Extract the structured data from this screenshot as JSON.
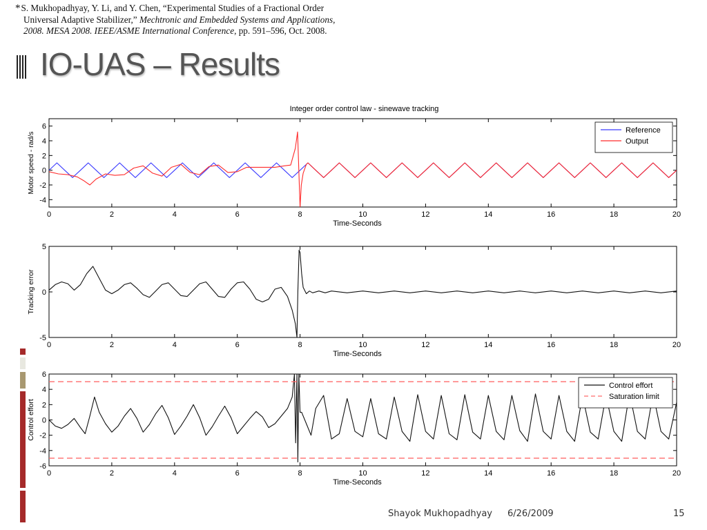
{
  "citation": {
    "marker": "*",
    "line1": "S. Mukhopadhyay, Y. Li, and Y. Chen, “Experimental Studies of a Fractional Order",
    "line2_plain": "Universal Adaptive Stabilizer,” ",
    "line2_italic": "Mechtronic and Embedded Systems and Applications,",
    "line3_italic": "2008. MESA 2008. IEEE/ASME International Conference",
    "line3_plain": ", pp. 591–596, Oct. 2008."
  },
  "slide": {
    "title": "IO-UAS – Results",
    "footer_author": "Shayok Mukhopadhyay",
    "footer_date": "6/26/2009",
    "page_number": "15"
  },
  "colors": {
    "reference": "#3a3aff",
    "output": "#ff2a2a",
    "black": "#111111",
    "saturation": "#ff6b6b",
    "sidebar": [
      "#a52a2a",
      "#e8e8e0",
      "#a89870",
      "#a52a2a",
      "#a52a2a"
    ]
  },
  "chart_data": [
    {
      "type": "line",
      "title": "Integer order control law - sinewave tracking",
      "xlabel": "Time-Seconds",
      "ylabel": "Motor speed - rad/s",
      "xlim": [
        0,
        20
      ],
      "ylim": [
        -5,
        7
      ],
      "xticks": [
        "0",
        "2",
        "4",
        "6",
        "8",
        "10",
        "12",
        "14",
        "16",
        "18",
        "20"
      ],
      "yticks": [
        "6",
        "4",
        "2",
        "0",
        "-2",
        "-4"
      ],
      "ytick_values": [
        6,
        4,
        2,
        0,
        -2,
        -4
      ],
      "legend_position": "top-right",
      "series": [
        {
          "name": "Reference",
          "color_key": "reference",
          "x": [
            0,
            0.25,
            0.5,
            0.75,
            1,
            1.25,
            1.5,
            1.75,
            2,
            2.25,
            2.5,
            2.75,
            3,
            3.25,
            3.5,
            3.75,
            4,
            4.25,
            4.5,
            4.75,
            5,
            5.25,
            5.5,
            5.75,
            6,
            6.25,
            6.5,
            6.75,
            7,
            7.25,
            7.5,
            7.75,
            8,
            8.25,
            8.5,
            8.75,
            9,
            9.25,
            9.5,
            9.75,
            10,
            10.25,
            10.5,
            10.75,
            11,
            11.25,
            11.5,
            11.75,
            12,
            12.25,
            12.5,
            12.75,
            13,
            13.25,
            13.5,
            13.75,
            14,
            14.25,
            14.5,
            14.75,
            15,
            15.25,
            15.5,
            15.75,
            16,
            16.25,
            16.5,
            16.75,
            17,
            17.25,
            17.5,
            17.75,
            18,
            18.25,
            18.5,
            18.75,
            19,
            19.25,
            19.5,
            19.75,
            20
          ],
          "y": [
            0,
            1,
            0,
            -1,
            0,
            1,
            0,
            -1,
            0,
            1,
            0,
            -1,
            0,
            1,
            0,
            -1,
            0,
            1,
            0,
            -1,
            0,
            1,
            0,
            -1,
            0,
            1,
            0,
            -1,
            0,
            1,
            0,
            -1,
            0,
            1,
            0,
            -1,
            0,
            1,
            0,
            -1,
            0,
            1,
            0,
            -1,
            0,
            1,
            0,
            -1,
            0,
            1,
            0,
            -1,
            0,
            1,
            0,
            -1,
            0,
            1,
            0,
            -1,
            0,
            1,
            0,
            -1,
            0,
            1,
            0,
            -1,
            0,
            1,
            0,
            -1,
            0,
            1,
            0,
            -1,
            0,
            1,
            0,
            -1,
            0
          ]
        },
        {
          "name": "Output",
          "color_key": "output",
          "x": [
            0,
            0.3,
            0.6,
            0.9,
            1.1,
            1.3,
            1.5,
            1.8,
            2.1,
            2.4,
            2.7,
            3.0,
            3.3,
            3.6,
            3.9,
            4.2,
            4.5,
            4.8,
            5.1,
            5.4,
            5.7,
            6.0,
            6.3,
            6.6,
            6.9,
            7.2,
            7.5,
            7.7,
            7.85,
            7.92,
            7.96,
            8.0,
            8.04,
            8.1,
            8.2,
            8.25,
            8.5,
            8.75,
            9,
            9.25,
            9.5,
            9.75,
            10,
            10.25,
            10.5,
            10.75,
            11,
            11.25,
            11.5,
            11.75,
            12,
            12.25,
            12.5,
            12.75,
            13,
            13.25,
            13.5,
            13.75,
            14,
            14.25,
            14.5,
            14.75,
            15,
            15.25,
            15.5,
            15.75,
            16,
            16.25,
            16.5,
            16.75,
            17,
            17.25,
            17.5,
            17.75,
            18,
            18.25,
            18.5,
            18.75,
            19,
            19.25,
            19.5,
            19.75,
            20
          ],
          "y": [
            -0.2,
            -0.5,
            -0.6,
            -0.9,
            -1.4,
            -2.0,
            -1.2,
            -0.5,
            -0.7,
            -0.6,
            0.3,
            0.6,
            -0.4,
            -0.8,
            0.4,
            0.8,
            -0.3,
            -0.6,
            0.5,
            0.7,
            -0.3,
            -0.2,
            0.4,
            0.4,
            0.4,
            0.4,
            0.6,
            0.7,
            3.0,
            5.2,
            0,
            -5,
            -2.0,
            -0.4,
            0.8,
            1.0,
            0,
            -1,
            0,
            1,
            0,
            -1,
            0,
            1,
            0,
            -1,
            0,
            1,
            0,
            -1,
            0,
            1,
            0,
            -1,
            0,
            1,
            0,
            -1,
            0,
            1,
            0,
            -1,
            0,
            1,
            0,
            -1,
            0,
            1,
            0,
            -1,
            0,
            1,
            0,
            -1,
            0,
            1,
            0,
            -1,
            0,
            1,
            0,
            -1,
            0
          ]
        }
      ]
    },
    {
      "type": "line",
      "title": "",
      "xlabel": "Time-Seconds",
      "ylabel": "Tracking error",
      "xlim": [
        0,
        20
      ],
      "ylim": [
        -5,
        5
      ],
      "xticks": [
        "0",
        "2",
        "4",
        "6",
        "8",
        "10",
        "12",
        "14",
        "16",
        "18",
        "20"
      ],
      "yticks": [
        "5",
        "0",
        "-5"
      ],
      "ytick_values": [
        5,
        0,
        -5
      ],
      "series": [
        {
          "name": "",
          "color_key": "black",
          "x": [
            0,
            0.2,
            0.4,
            0.6,
            0.8,
            1.0,
            1.2,
            1.4,
            1.6,
            1.8,
            2.0,
            2.2,
            2.4,
            2.6,
            2.8,
            3.0,
            3.2,
            3.4,
            3.6,
            3.8,
            4.0,
            4.2,
            4.4,
            4.6,
            4.8,
            5.0,
            5.2,
            5.4,
            5.6,
            5.8,
            6.0,
            6.2,
            6.4,
            6.6,
            6.8,
            7.0,
            7.2,
            7.4,
            7.6,
            7.75,
            7.85,
            7.9,
            7.93,
            7.97,
            8.0,
            8.05,
            8.1,
            8.2,
            8.3,
            8.4,
            8.6,
            8.8,
            9,
            9.5,
            10,
            10.5,
            11,
            11.5,
            12,
            12.5,
            13,
            13.5,
            14,
            14.5,
            15,
            15.5,
            16,
            16.5,
            17,
            17.5,
            18,
            18.5,
            19,
            19.5,
            20
          ],
          "y": [
            0.2,
            0.8,
            1.1,
            0.9,
            0.2,
            0.8,
            2.0,
            2.8,
            1.5,
            0.2,
            -0.2,
            0.2,
            0.8,
            1.0,
            0.4,
            -0.3,
            -0.6,
            0.1,
            0.8,
            1.0,
            0.3,
            -0.4,
            -0.5,
            0.2,
            0.9,
            1.1,
            0.3,
            -0.5,
            -0.6,
            0.3,
            1.0,
            1.1,
            0.3,
            -0.8,
            -1.1,
            -0.8,
            0.3,
            0.5,
            -0.5,
            -2.0,
            -3.5,
            -5.0,
            0,
            4.6,
            4.3,
            2.0,
            0.5,
            -0.2,
            0.1,
            -0.1,
            0.1,
            -0.1,
            0.1,
            -0.1,
            0.1,
            -0.1,
            0.1,
            -0.1,
            0.1,
            -0.1,
            0.1,
            -0.1,
            0.1,
            -0.1,
            0.1,
            -0.1,
            0.1,
            -0.1,
            0.1,
            -0.1,
            0.1,
            -0.1,
            0.1,
            -0.1,
            0.1
          ]
        }
      ]
    },
    {
      "type": "line",
      "title": "",
      "xlabel": "Time-Seconds",
      "ylabel": "Control effort",
      "xlim": [
        0,
        20
      ],
      "ylim": [
        -6,
        6
      ],
      "xticks": [
        "0",
        "2",
        "4",
        "6",
        "8",
        "10",
        "12",
        "14",
        "16",
        "18",
        "20"
      ],
      "yticks": [
        "6",
        "4",
        "2",
        "0",
        "-2",
        "-4",
        "-6"
      ],
      "ytick_values": [
        6,
        4,
        2,
        0,
        -2,
        -4,
        -6
      ],
      "legend_position": "top-right",
      "series": [
        {
          "name": "Control effort",
          "color_key": "black",
          "x": [
            0,
            0.2,
            0.4,
            0.6,
            0.8,
            1.0,
            1.15,
            1.3,
            1.45,
            1.6,
            1.8,
            2.0,
            2.2,
            2.4,
            2.6,
            2.8,
            3.0,
            3.2,
            3.4,
            3.6,
            3.8,
            4.0,
            4.2,
            4.4,
            4.6,
            4.8,
            5.0,
            5.2,
            5.4,
            5.6,
            5.8,
            6.0,
            6.2,
            6.4,
            6.6,
            6.8,
            7.0,
            7.2,
            7.4,
            7.6,
            7.75,
            7.82,
            7.86,
            7.9,
            7.93,
            7.96,
            8.0,
            8.05,
            8.2,
            8.35,
            8.5,
            8.75,
            9.0,
            9.25,
            9.5,
            9.75,
            10.0,
            10.25,
            10.5,
            10.75,
            11.0,
            11.25,
            11.5,
            11.75,
            12.0,
            12.25,
            12.5,
            12.75,
            13.0,
            13.25,
            13.5,
            13.75,
            14.0,
            14.25,
            14.5,
            14.75,
            15.0,
            15.25,
            15.5,
            15.75,
            16.0,
            16.25,
            16.5,
            16.75,
            17.0,
            17.25,
            17.5,
            17.75,
            18.0,
            18.25,
            18.5,
            18.75,
            19.0,
            19.25,
            19.5,
            19.75,
            20.0
          ],
          "y": [
            0,
            -0.8,
            -1.1,
            -0.6,
            0.2,
            -1.0,
            -1.8,
            0.5,
            3.0,
            1.0,
            -0.5,
            -1.6,
            -0.8,
            0.5,
            1.5,
            0.2,
            -1.6,
            -0.6,
            0.8,
            1.9,
            0.3,
            -1.9,
            -0.8,
            0.5,
            2.0,
            0.3,
            -2.0,
            -0.9,
            0.5,
            1.8,
            0.3,
            -1.8,
            -0.8,
            0.2,
            1.1,
            0.4,
            -1.0,
            -0.5,
            0.5,
            1.5,
            3.0,
            6.0,
            -3.0,
            6.0,
            -5.5,
            6.0,
            1.0,
            1.0,
            -0.5,
            -2.0,
            1.5,
            3.2,
            -2.5,
            -1.8,
            2.8,
            -1.5,
            -2.2,
            2.8,
            -1.8,
            -2.5,
            3.0,
            -1.5,
            -2.8,
            3.3,
            -1.5,
            -2.5,
            3.2,
            -1.8,
            -2.6,
            3.3,
            -1.6,
            -2.5,
            3.2,
            -1.5,
            -2.6,
            3.2,
            -1.4,
            -2.8,
            3.4,
            -1.5,
            -2.5,
            3.2,
            -1.5,
            -2.8,
            3.2,
            -1.6,
            -2.5,
            3.2,
            -1.5,
            -2.8,
            3.5,
            -1.5,
            -2.5,
            3.4,
            -1.5,
            -2.5,
            2.3
          ]
        },
        {
          "name": "Saturation limit",
          "color_key": "saturation",
          "dashed": true,
          "x": [
            0,
            20
          ],
          "y": [
            5,
            5
          ]
        },
        {
          "name": "",
          "color_key": "saturation",
          "dashed": true,
          "x": [
            0,
            20
          ],
          "y": [
            -5,
            -5
          ]
        }
      ]
    }
  ]
}
